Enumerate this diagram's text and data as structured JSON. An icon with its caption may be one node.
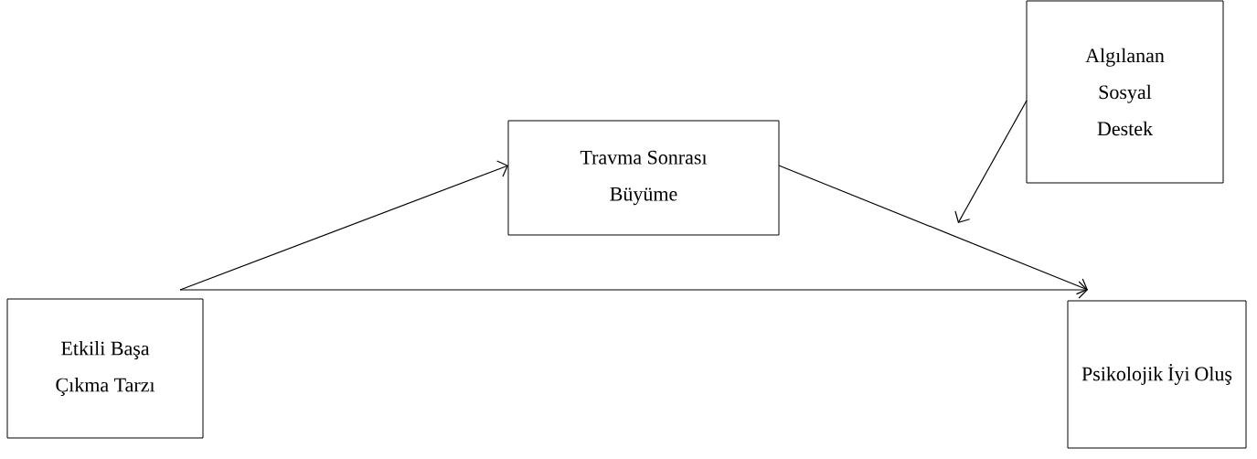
{
  "diagram": {
    "nodes": [
      {
        "text": [
          "Etkili Başa Çıkma Tarzı"
        ]
      },
      {
        "text": [
          "Travma Sonrası Büyüme"
        ]
      },
      {
        "text": [
          "Algılanan Sosyal Destek"
        ]
      },
      {
        "text": [
          "Psikolojik  İyi Oluş"
        ]
      }
    ],
    "edges": [
      {
        "from": 0,
        "to": 1,
        "arrow": "to"
      },
      {
        "from": 0,
        "to": 3,
        "arrow": "to"
      },
      {
        "from": 1,
        "to": 3,
        "arrow": "to"
      },
      {
        "from": 2,
        "to": null,
        "arrow": "to"
      }
    ]
  }
}
